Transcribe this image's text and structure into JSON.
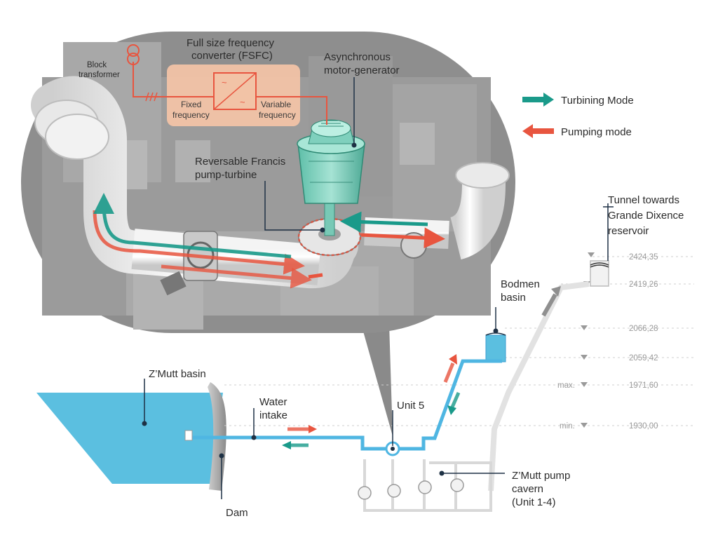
{
  "fsfc": {
    "title_line1": "Full size frequency",
    "title_line2": "converter (FSFC)",
    "fixed_line1": "Fixed",
    "fixed_line2": "frequency",
    "variable_line1": "Variable",
    "variable_line2": "frequency"
  },
  "block_transformer": {
    "line1": "Block",
    "line2": "transformer"
  },
  "motor_generator": {
    "line1": "Asynchronous",
    "line2": "motor-generator"
  },
  "pump_turbine": {
    "line1": "Reversable Francis",
    "line2": "pump-turbine"
  },
  "legend": {
    "turbining": {
      "label": "Turbining Mode",
      "color": "#1a9a8a"
    },
    "pumping": {
      "label": "Pumping mode",
      "color": "#e8553f"
    }
  },
  "tunnel": {
    "line1": "Tunnel towards",
    "line2": "Grande Dixence",
    "line3": "reservoir"
  },
  "bodmen": {
    "line1": "Bodmen",
    "line2": "basin"
  },
  "zmutt_basin": "Z’Mutt basin",
  "water_intake": {
    "line1": "Water",
    "line2": "intake"
  },
  "unit5": "Unit 5",
  "dam": "Dam",
  "pump_cavern": {
    "line1": "Z’Mutt pump",
    "line2": "cavern",
    "line3": "(Unit 1-4)"
  },
  "elevations": {
    "e1": "2424,35",
    "e2": "2419,26",
    "e3": "2066,28",
    "e4": "2059,42",
    "e5_prefix": "max.",
    "e5": "1971,60",
    "e6_prefix": "min.",
    "e6": "1930,00"
  },
  "colors": {
    "water": "#5bbfe0",
    "pipe": "#4fb6e2",
    "teal": "#1a9a8a",
    "red": "#e8553f",
    "bubble": "#8a8a8a",
    "fsfc_box": "#f2c3a6"
  }
}
